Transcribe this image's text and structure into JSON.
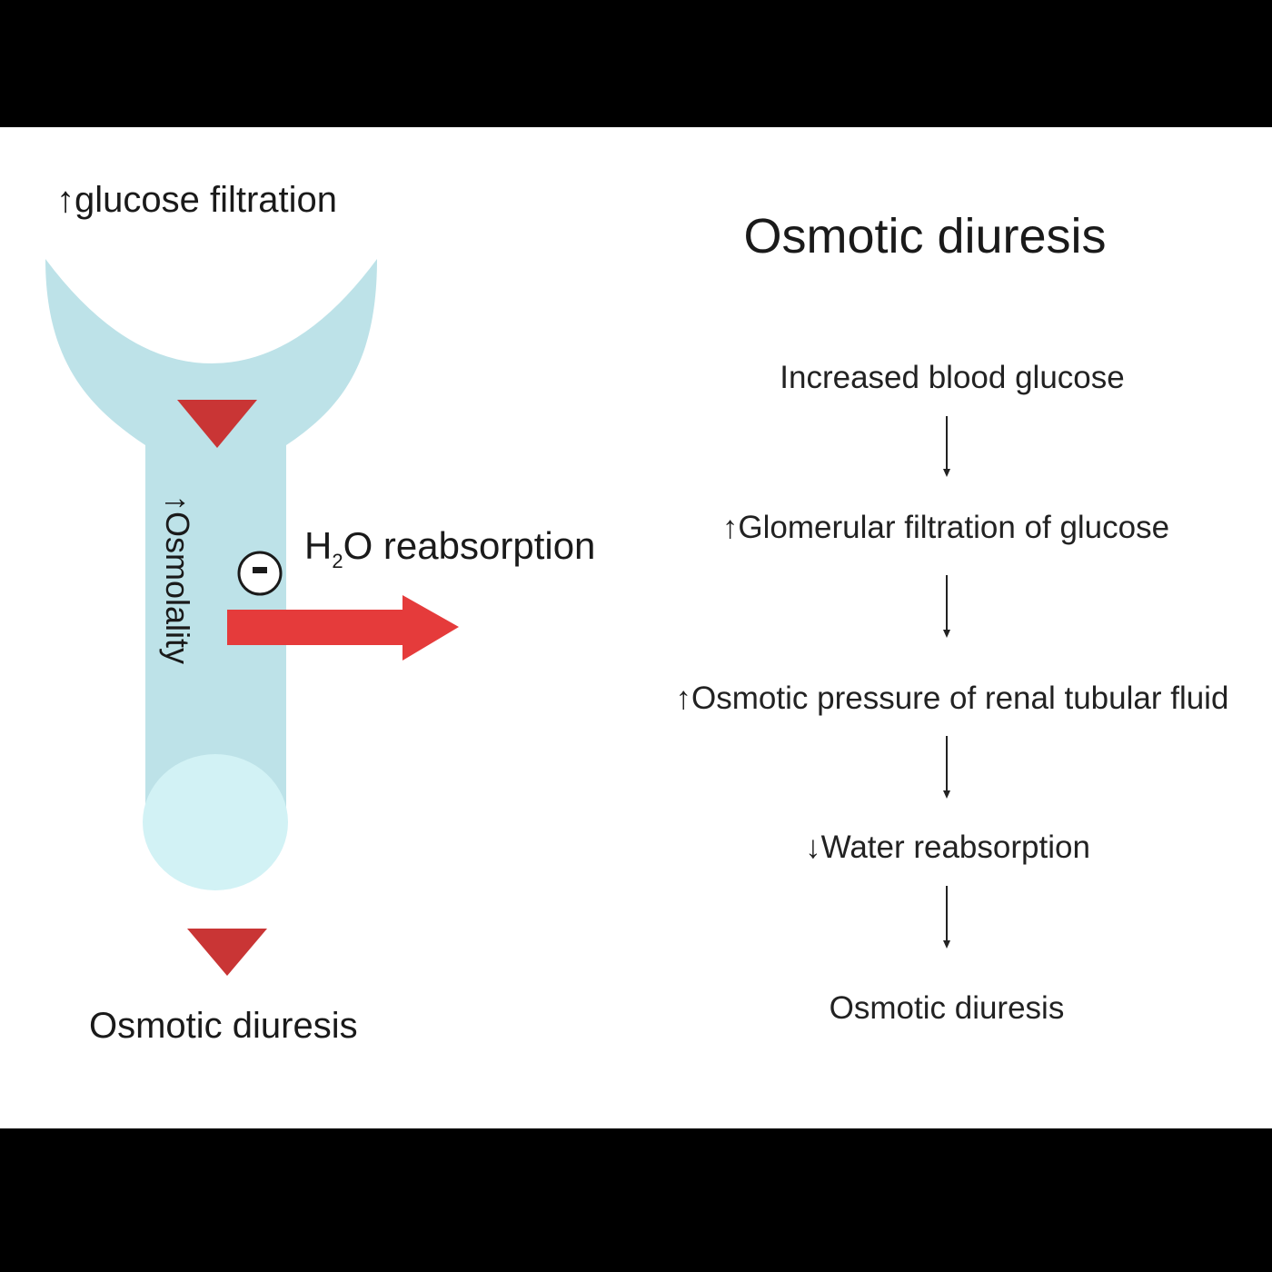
{
  "colors": {
    "frame": "#000000",
    "panel": "#ffffff",
    "tubule": "#bde2e8",
    "tubule_end": "#d2f2f5",
    "triangle": "#c93535",
    "arrow": "#e53b3b",
    "text": "#1a1a1a"
  },
  "left_diagram": {
    "top_label": "↑glucose filtration",
    "side_label": "↑Osmolality",
    "inhibit_symbol": "-",
    "h2o_label": {
      "prefix": "H",
      "subscript": "2",
      "suffix": "O reabsorption"
    },
    "bottom_label": "Osmotic diuresis"
  },
  "right_flow": {
    "title": "Osmotic diuresis",
    "steps": [
      "Increased blood glucose",
      "↑Glomerular filtration of glucose",
      "↑Osmotic pressure of renal tubular fluid",
      "↓Water reabsorption",
      "Osmotic diuresis"
    ]
  }
}
